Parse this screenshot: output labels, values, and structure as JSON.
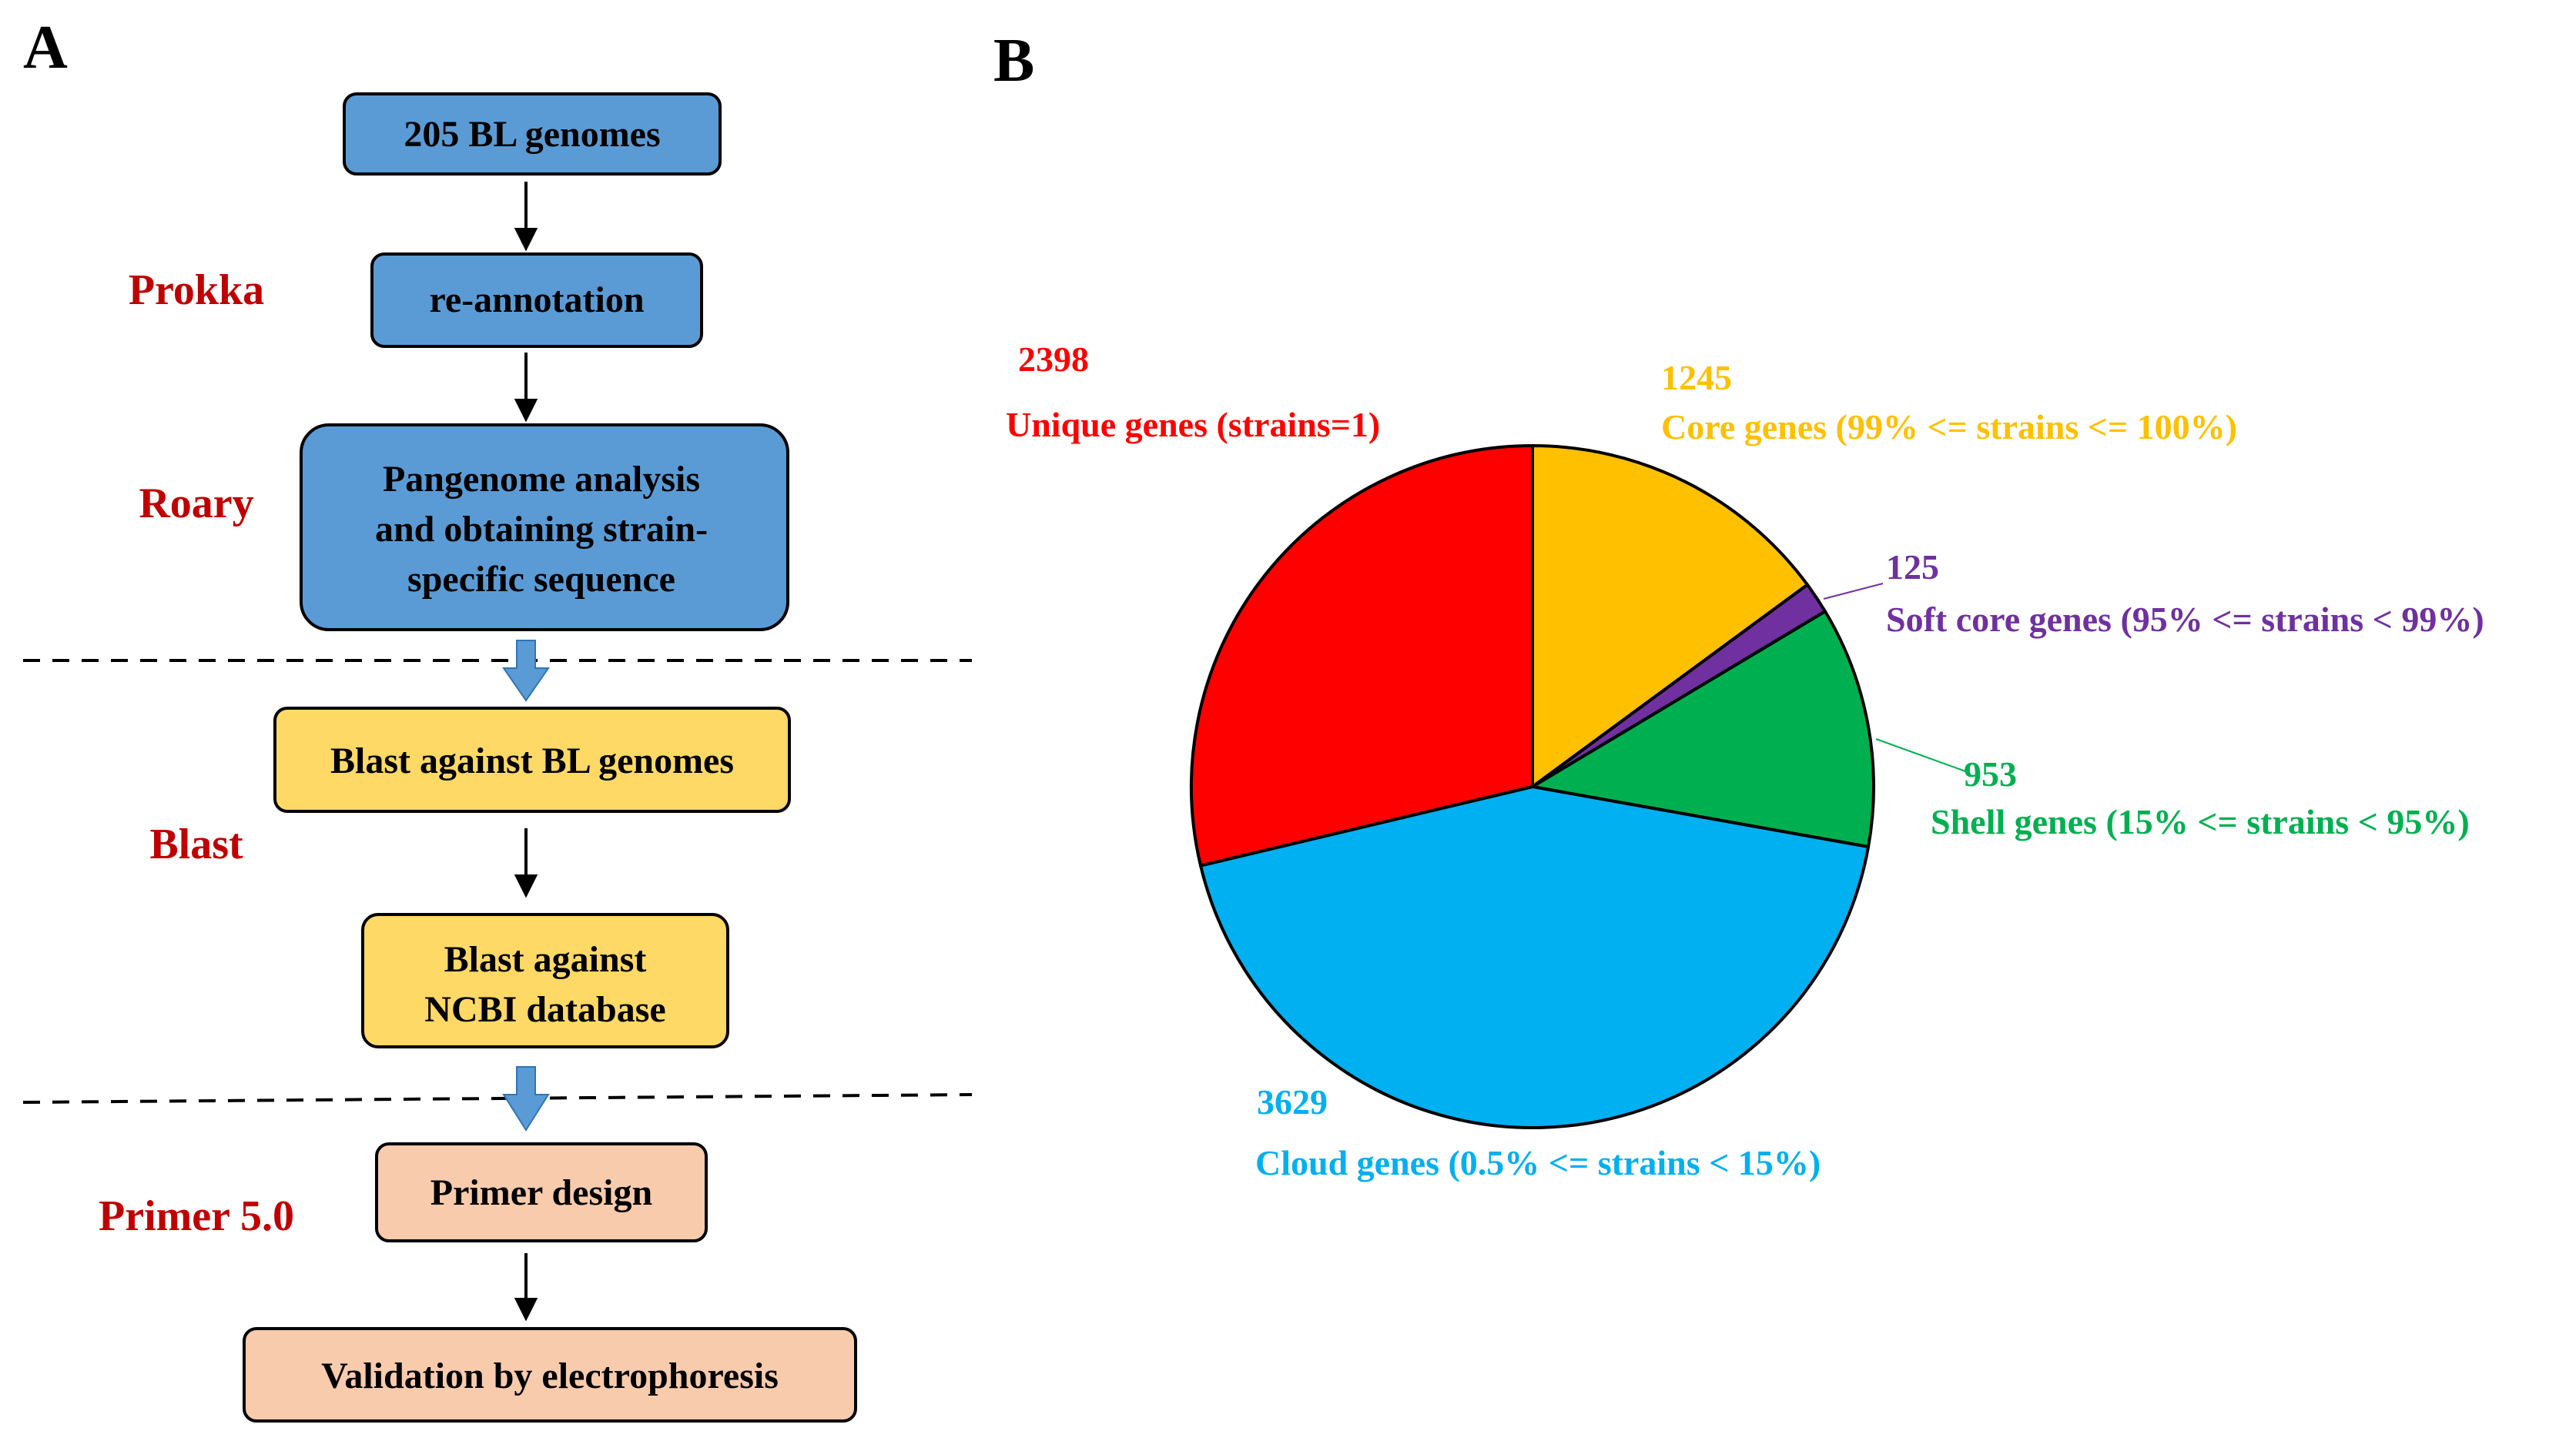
{
  "panels": {
    "a": "A",
    "b": "B"
  },
  "flowchart": {
    "tools": [
      "Prokka",
      "Roary",
      "Blast",
      "Primer 5.0"
    ],
    "steps": [
      {
        "lines": [
          "205 BL genomes"
        ],
        "color": "#5b9bd5"
      },
      {
        "lines": [
          "re-annotation"
        ],
        "color": "#5b9bd5"
      },
      {
        "lines": [
          "Pangenome analysis",
          "and obtaining strain-",
          "specific sequence"
        ],
        "color": "#5b9bd5"
      },
      {
        "lines": [
          "Blast against BL genomes"
        ],
        "color": "#ffd966"
      },
      {
        "lines": [
          "Blast against",
          "NCBI database"
        ],
        "color": "#ffd966"
      },
      {
        "lines": [
          "Primer design"
        ],
        "color": "#f8cbad"
      },
      {
        "lines": [
          "Validation by electrophoresis"
        ],
        "color": "#f8cbad"
      }
    ],
    "arrow_color": "#5b9bd5"
  },
  "chart_data": {
    "type": "pie",
    "slices": [
      {
        "value": 1245,
        "label": "Core genes (99% <= strains <= 100%)",
        "color": "#ffc000"
      },
      {
        "value": 125,
        "label": "Soft core genes (95% <= strains < 99%)",
        "color": "#7030a0"
      },
      {
        "value": 953,
        "label": "Shell genes (15% <= strains < 95%)",
        "color": "#00b050"
      },
      {
        "value": 3629,
        "label": "Cloud genes (0.5% <= strains < 15%)",
        "color": "#00b0f0"
      },
      {
        "value": 2398,
        "label": "Unique genes (strains=1)",
        "color": "#ff0000"
      }
    ]
  }
}
